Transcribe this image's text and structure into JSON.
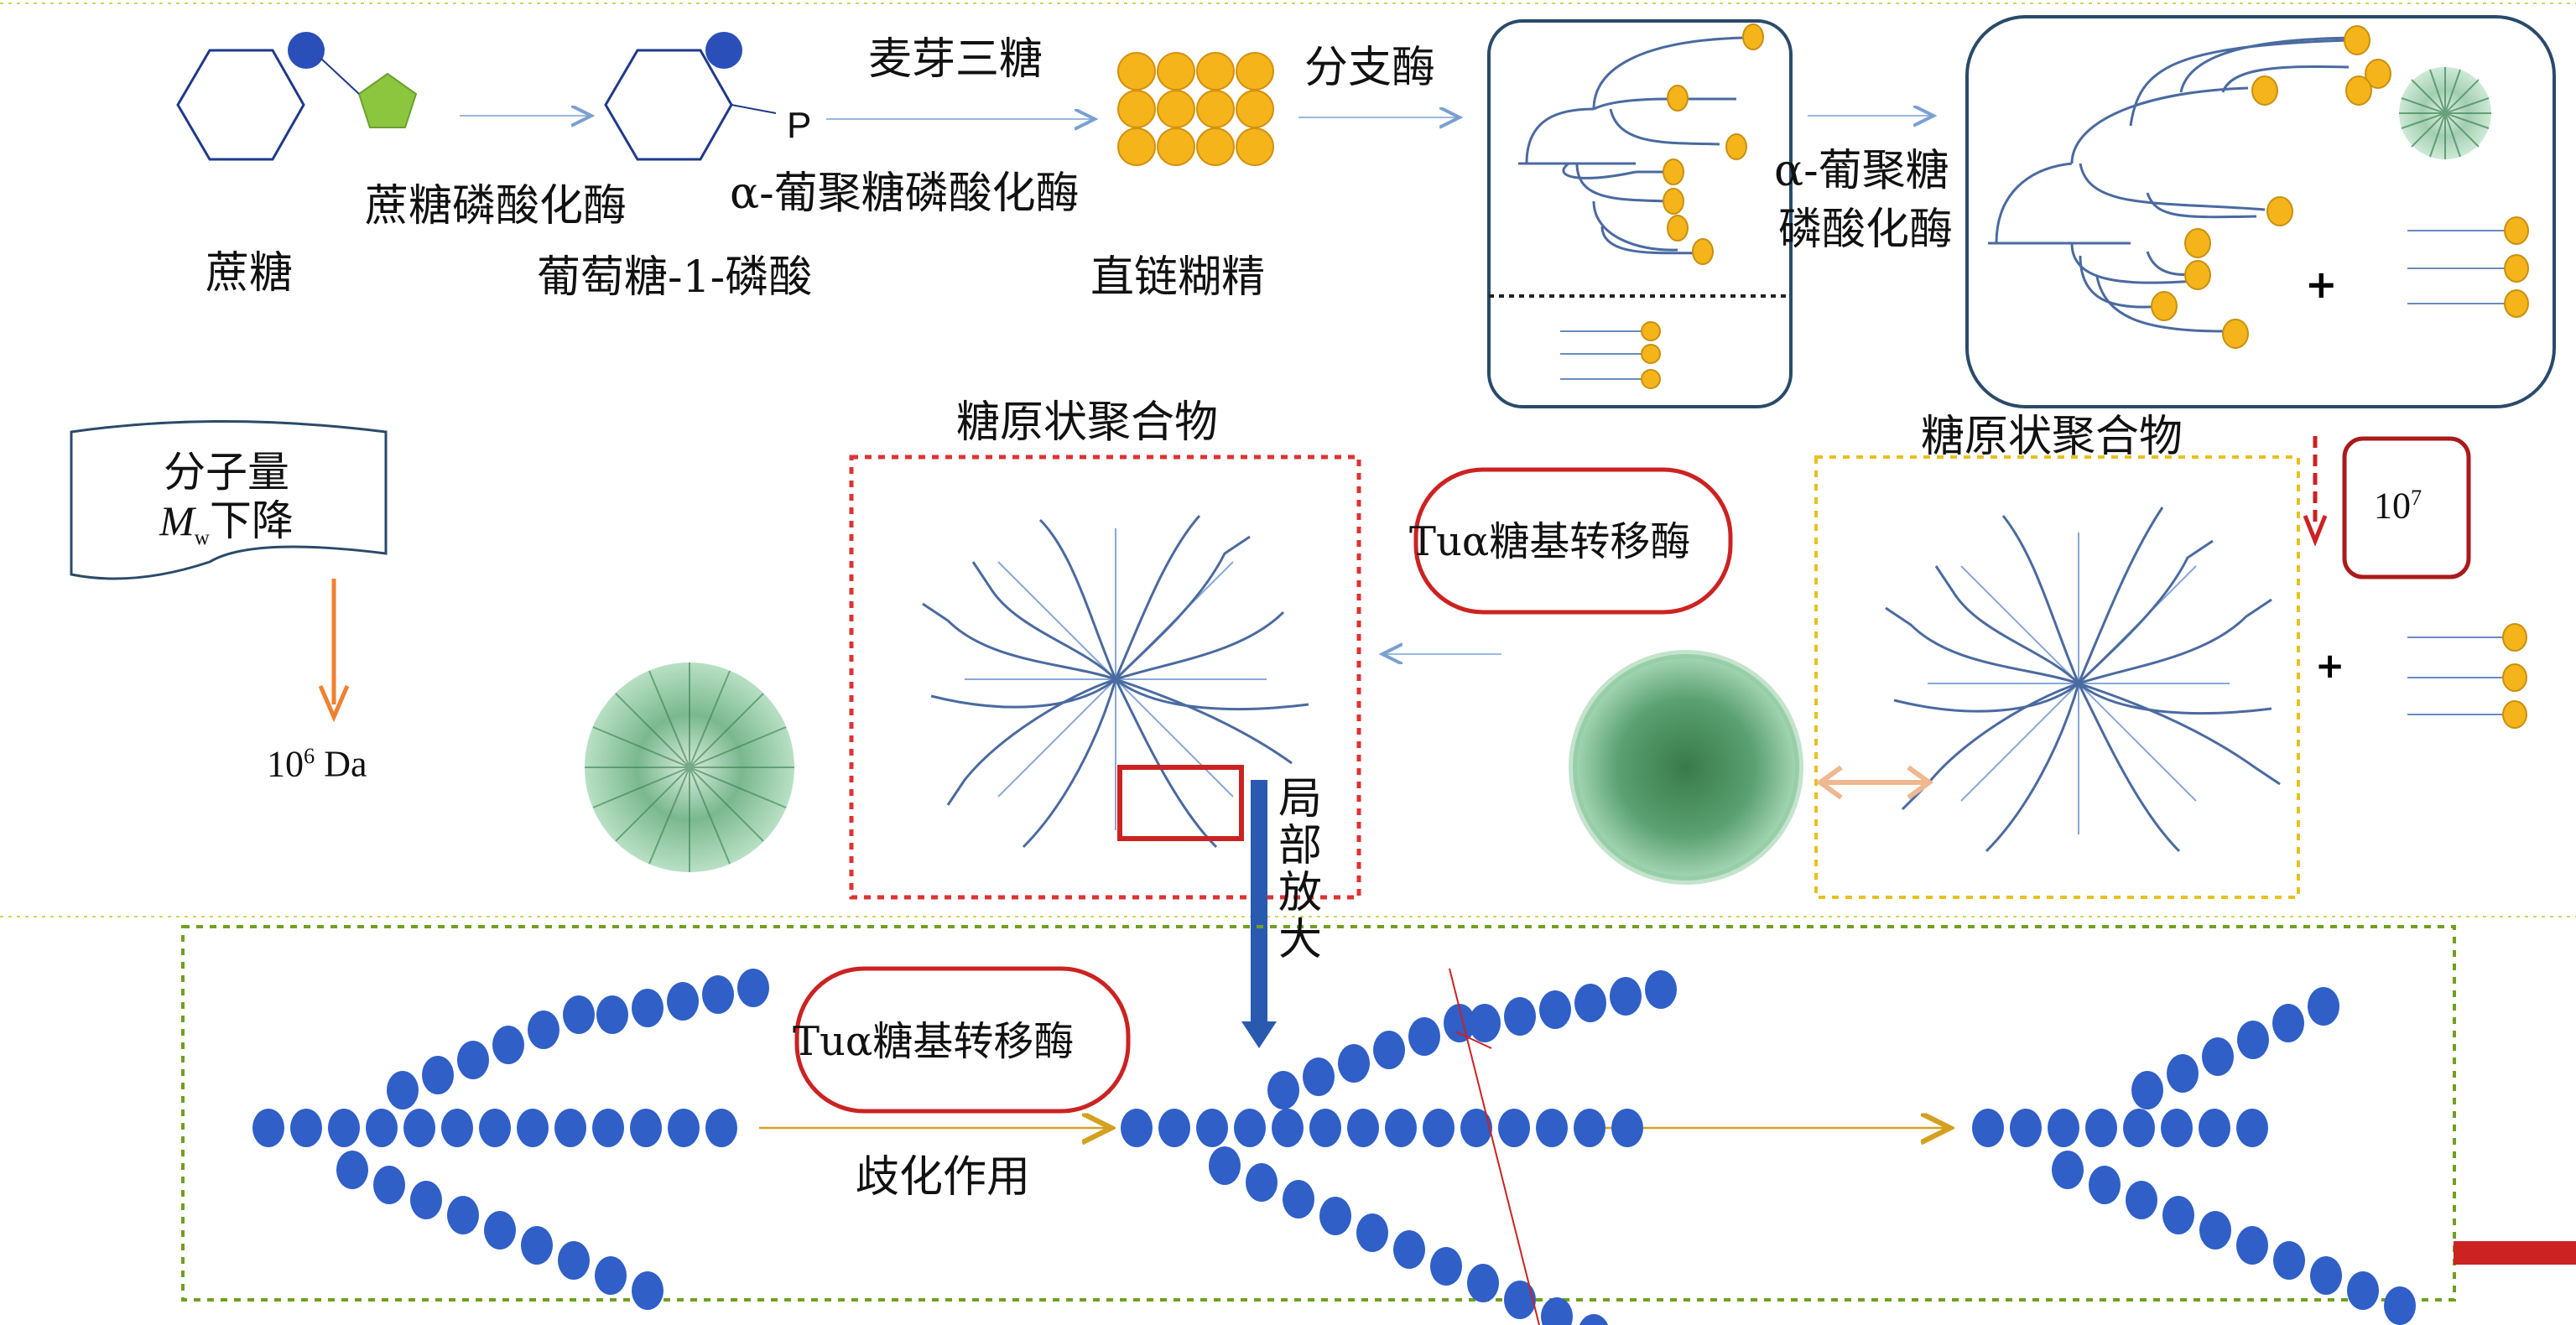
{
  "labels": {
    "sucrose": "蔗糖",
    "sucrose_phosphorylase": "蔗糖磷酸化酶",
    "glucose_1_p": "葡萄糖-1-磷酸",
    "p": "P",
    "maltotriose": "麦芽三糖",
    "alpha_glucan_phosphorylase": "α-葡聚糖磷酸化酶",
    "amylose": "直链糊精",
    "branching_enzyme": "分支酶",
    "alpha_glucan_phosphorylase_2_line1": "α-葡聚糖",
    "alpha_glucan_phosphorylase_2_line2": "磷酸化酶",
    "glycogen_polymer_left": "糖原状聚合物",
    "glycogen_polymer_right": "糖原状聚合物",
    "mw_drop_line1": "分子量",
    "mw_symbol": "M",
    "mw_subscript": "w",
    "mw_drop_text": "下降",
    "mw_value_base": "10",
    "mw_value_exp": "6",
    "mw_value_unit": " Da",
    "mw_big_base": "10",
    "mw_big_exp": "7",
    "tu_enzyme_top": "Tuα糖基转移酶",
    "tu_enzyme_bottom": "Tuα糖基转移酶",
    "local_zoom": [
      "局",
      "部",
      "放",
      "大"
    ],
    "branching_action": "歧化作用",
    "plus_1": "+",
    "plus_2": "+"
  },
  "colors": {
    "sucrose_hexagon": "#1f3a8a",
    "glucose_dot": "#2b4fb8",
    "fructose_pentagon": "#8cc63f",
    "glucose_unit_yellow": "#f4b41a",
    "chain_blue": "#3355aa",
    "bead_blue": "#2f5fc7",
    "red_box": "#cc2222",
    "yellow_box": "#e8c020",
    "green_box": "#6fa020",
    "orange_arrow": "#f08030",
    "zoom_arrow": "#2a5ab0",
    "panel_border": "#2a4a6a",
    "cut_line": "#cc2222"
  }
}
